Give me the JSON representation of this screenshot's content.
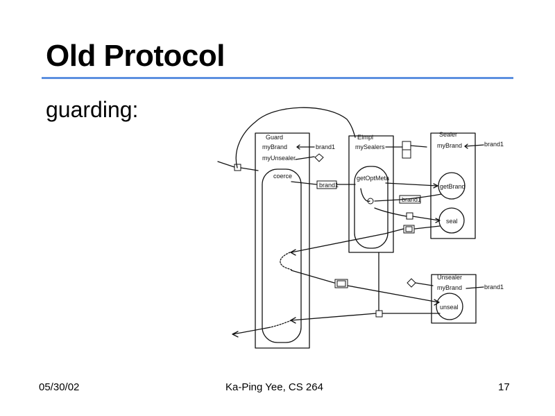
{
  "slide": {
    "title": "Old Protocol",
    "subtitle": "guarding:",
    "footer_date": "05/30/02",
    "footer_author": "Ka-Ping Yee, CS 264",
    "footer_page": "17",
    "accent_color": "#5b8fe0"
  },
  "diagram": {
    "guard": {
      "label": "Guard",
      "field1": "myBrand",
      "field2": "myUnsealer",
      "method": "coerce"
    },
    "eimpl": {
      "label": "EImpl",
      "field1": "mySealers",
      "method": "getOptMeta"
    },
    "sealer": {
      "label": "Sealer",
      "field1": "myBrand",
      "method1": "getBrand",
      "method2": "seal"
    },
    "unsealer": {
      "label": "Unsealer",
      "field1": "myBrand",
      "method1": "unseal"
    },
    "brand_labels": [
      "brand1",
      "brand1",
      "brand1",
      "brand1",
      "brand1"
    ]
  }
}
